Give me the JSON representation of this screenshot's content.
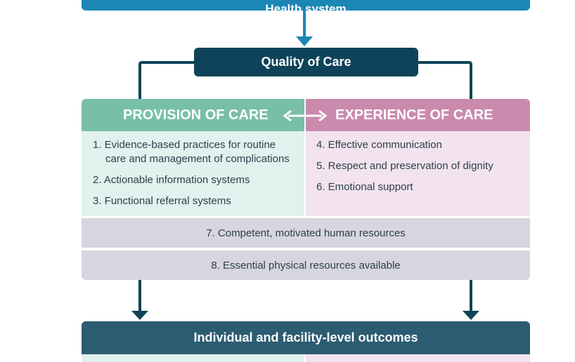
{
  "health_system": {
    "label": "Health system"
  },
  "quality_of_care": {
    "label": "Quality of Care"
  },
  "provision": {
    "header": "PROVISION OF CARE",
    "items": [
      {
        "line1": "1. Evidence-based practices for routine",
        "line2": "care and management of complications"
      },
      {
        "line1": "2. Actionable information systems"
      },
      {
        "line1": "3. Functional referral systems"
      }
    ]
  },
  "experience": {
    "header": "EXPERIENCE OF CARE",
    "items": [
      {
        "line1": "4. Effective communication"
      },
      {
        "line1": "5. Respect and preservation of dignity"
      },
      {
        "line1": "6. Emotional support"
      }
    ]
  },
  "resources": [
    {
      "label": "7. Competent, motivated human resources"
    },
    {
      "label": "8. Essential physical resources available"
    }
  ],
  "outcomes": {
    "label": "Individual and facility-level outcomes"
  },
  "colors": {
    "health_blue": "#1c86b4",
    "navy": "#0f4359",
    "provision_green": "#78bfa8",
    "experience_pink": "#c98aae",
    "outcomes_teal": "#2c5c72"
  }
}
